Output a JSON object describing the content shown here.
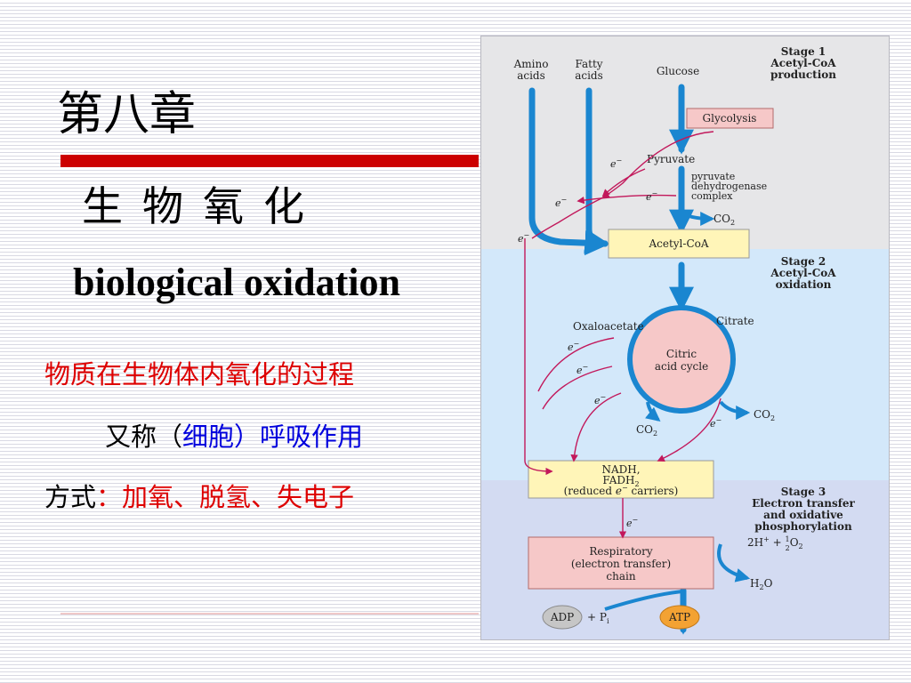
{
  "slide": {
    "chapter": "第八章",
    "title_cn": "生物氧化",
    "title_en": "biological oxidation",
    "definition": "物质在生物体内氧化的过程",
    "alias_prefix": "又称（",
    "alias_term": "细胞）呼吸作用",
    "methods_label": "方式",
    "methods_colon": "：",
    "methods_value": "加氧、脱氢、失电子"
  },
  "figure": {
    "stage1": [
      "Stage 1",
      "Acetyl-CoA",
      "production"
    ],
    "stage2": [
      "Stage 2",
      "Acetyl-CoA",
      "oxidation"
    ],
    "stage3": [
      "Stage 3",
      "Electron transfer",
      "and oxidative",
      "phosphorylation"
    ],
    "amino": [
      "Amino",
      "acids"
    ],
    "fatty": [
      "Fatty",
      "acids"
    ],
    "glucose": "Glucose",
    "glycolysis": "Glycolysis",
    "pyruvate": "Pyruvate",
    "pdh": [
      "pyruvate",
      "dehydrogenase",
      "complex"
    ],
    "co2": "CO",
    "co2_sub": "2",
    "acetyl_coa": "Acetyl-CoA",
    "oxaloacetate": "Oxaloacetate",
    "citrate": "Citrate",
    "cycle": [
      "Citric",
      "acid cycle"
    ],
    "electron": "e",
    "electron_sup": "−",
    "nadh": "NADH,",
    "fadh": "FADH",
    "fadh_sub": "2",
    "carriers_pre": "(reduced ",
    "carriers_post": " carriers)",
    "resp": [
      "Respiratory",
      "(electron transfer)",
      "chain"
    ],
    "h_pre": "2H",
    "h_plus": "+",
    "plus_sign": " + ",
    "half_num": "1",
    "half_den": "2",
    "o2": "O",
    "o2_sub": "2",
    "water": "H",
    "water_sub": "2",
    "water_post": "O",
    "adp": "ADP",
    "pi": "P",
    "pi_sub": "i",
    "atp": "ATP"
  },
  "colors": {
    "chapter_red": "#cc0000",
    "text_red": "#dd0000",
    "text_blue": "#0000dd",
    "arrow_blue": "#1a86d0",
    "electron_magenta": "#c2185b",
    "stage1_bg": "#e6e6e8",
    "stage2_bg": "#d3e8fa",
    "stage3_bg": "#d3dbf2",
    "box_yellow": "#fff5b8",
    "box_pink": "#f6c8c8",
    "adp_gray": "#c6c6c6",
    "atp_orange": "#f3a233"
  }
}
